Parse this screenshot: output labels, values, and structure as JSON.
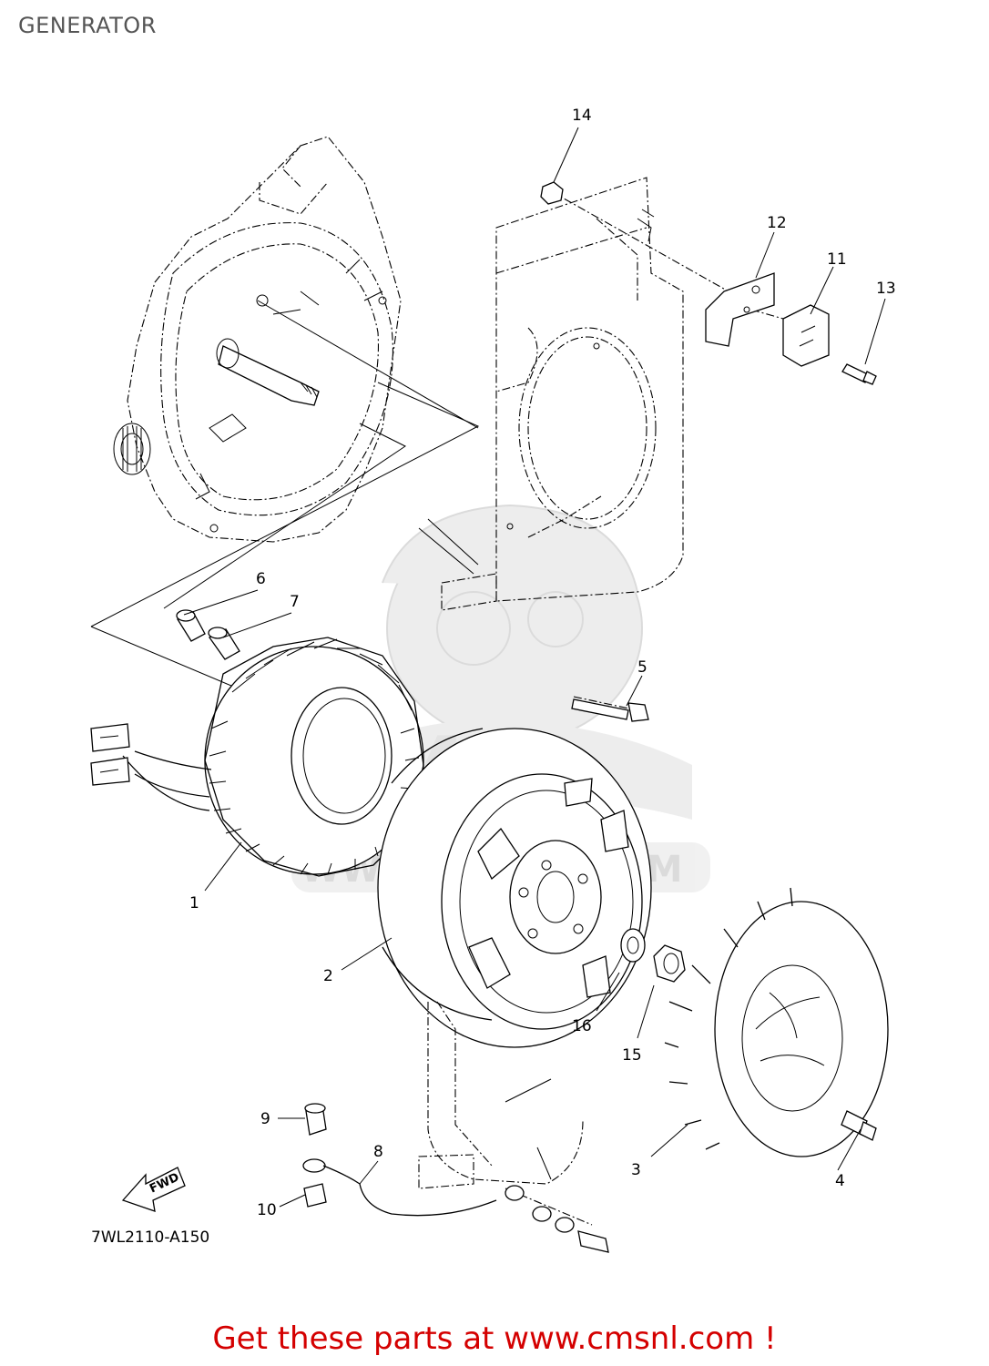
{
  "title": "GENERATOR",
  "diagram_code": "7WL2110-A150",
  "fwd_label": "FWD",
  "watermark": "CMS www.cmsnl.com",
  "footer": "Get these parts at www.cmsnl.com !",
  "callouts": [
    {
      "id": "1",
      "label": "1"
    },
    {
      "id": "2",
      "label": "2"
    },
    {
      "id": "3",
      "label": "3"
    },
    {
      "id": "4",
      "label": "4"
    },
    {
      "id": "5",
      "label": "5"
    },
    {
      "id": "6",
      "label": "6"
    },
    {
      "id": "7",
      "label": "7"
    },
    {
      "id": "8",
      "label": "8"
    },
    {
      "id": "9",
      "label": "9"
    },
    {
      "id": "10",
      "label": "10"
    },
    {
      "id": "11",
      "label": "11"
    },
    {
      "id": "12",
      "label": "12"
    },
    {
      "id": "13",
      "label": "13"
    },
    {
      "id": "14",
      "label": "14"
    },
    {
      "id": "15",
      "label": "15"
    },
    {
      "id": "16",
      "label": "16"
    }
  ],
  "colors": {
    "footer": "#d40000",
    "title": "#555555",
    "watermark": "#e6e6e6"
  }
}
